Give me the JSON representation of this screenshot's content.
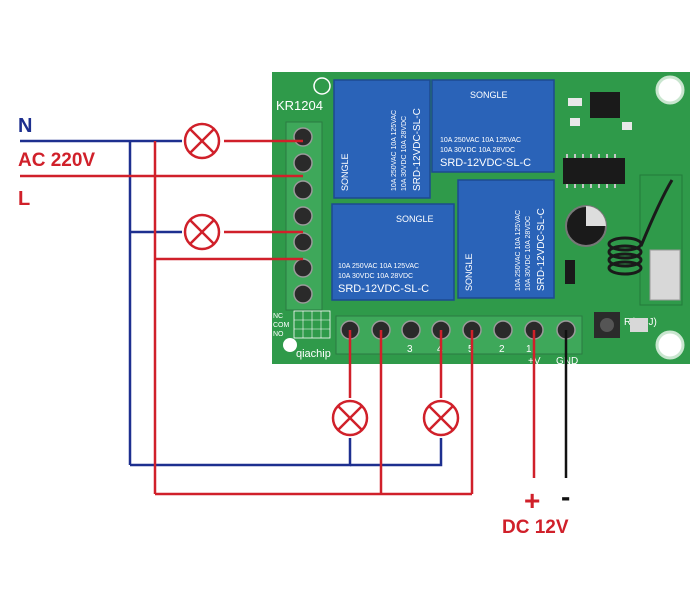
{
  "labels": {
    "neutral": "N",
    "ac": "AC 220V",
    "live": "L",
    "dc_plus": "+",
    "dc_minus": "-",
    "dc": "DC 12V"
  },
  "board": {
    "model": "KR1204",
    "brand": "qiachip",
    "adj_label": "R(ADJ)",
    "table_rows": [
      "NC",
      "COM",
      "NO"
    ],
    "terminal_labels": [
      "3",
      "4",
      "5",
      "2",
      "1",
      "+V",
      "GND"
    ]
  },
  "relays": [
    {
      "brand": "SONGLE",
      "ratings_a": "10A 250VAC  10A 125VAC",
      "ratings_b": "10A  30VDC  10A  28VDC",
      "model": "SRD-12VDC-SL-C"
    },
    {
      "brand": "SONGLE",
      "ratings_a": "10A 250VAC  10A 125VAC",
      "ratings_b": "10A  30VDC  10A  28VDC",
      "model": "SRD-12VDC-SL-C"
    },
    {
      "brand": "SONGLE",
      "ratings_a": "10A 250VAC  10A 125VAC",
      "ratings_b": "10A  30VDC  10A  28VDC",
      "model": "SRD-12VDC-SL-C"
    },
    {
      "brand": "SONGLE",
      "ratings_a": "10A 250VAC  10A 125VAC",
      "ratings_b": "10A  30VDC  10A  28VDC",
      "model": "SRD-12VDC-SL-C"
    }
  ],
  "colors": {
    "wire_neutral": "#1d2f8f",
    "wire_live": "#d0202a",
    "wire_ground": "#111111",
    "board": "#2f9a4a",
    "relay": "#2a63b8",
    "terminal": "#3ea85a"
  }
}
